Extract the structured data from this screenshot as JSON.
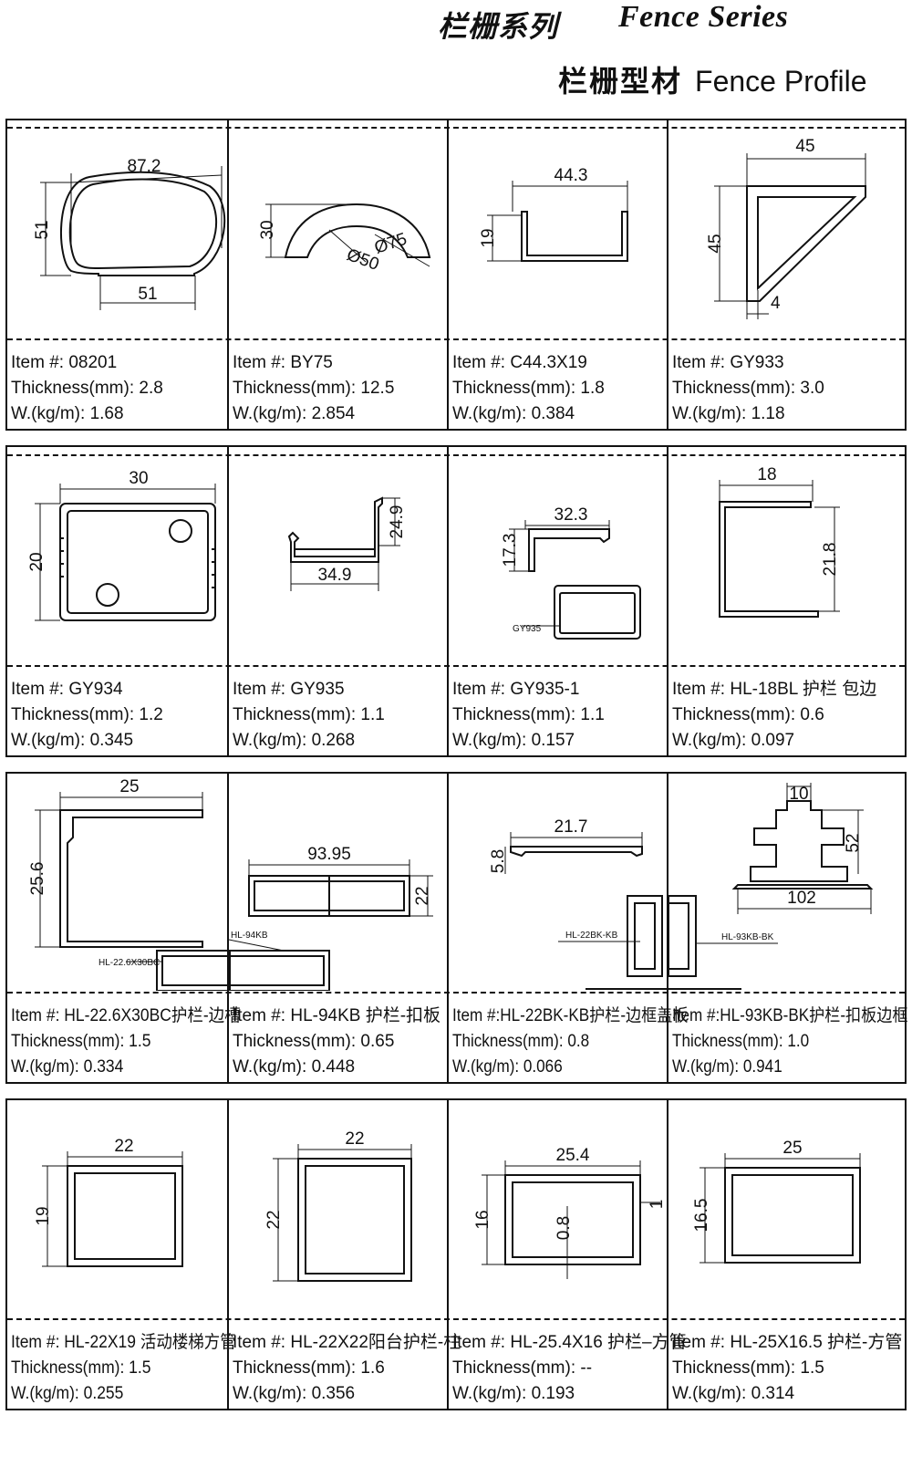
{
  "header": {
    "series_cn": "栏栅系列",
    "series_en": "Fence Series",
    "profile_cn": "栏栅型材",
    "profile_en": "Fence Profile"
  },
  "labels": {
    "item": "Item #:",
    "thickness": "Thickness(mm):",
    "weight": "W.(kg/m):"
  },
  "products": [
    {
      "item": "08201",
      "thickness": "2.8",
      "weight": "1.68",
      "dims": [
        "87.2",
        "51",
        "51"
      ]
    },
    {
      "item": "BY75",
      "thickness": "12.5",
      "weight": "2.854",
      "dims": [
        "30",
        "Ø50",
        "Ø75"
      ]
    },
    {
      "item": "C44.3X19",
      "thickness": "1.8",
      "weight": "0.384",
      "dims": [
        "44.3",
        "19"
      ]
    },
    {
      "item": "GY933",
      "thickness": "3.0",
      "weight": "1.18",
      "dims": [
        "45",
        "45",
        "4"
      ]
    },
    {
      "item": "GY934",
      "thickness": "1.2",
      "weight": "0.345",
      "dims": [
        "30",
        "20"
      ]
    },
    {
      "item": "GY935",
      "thickness": "1.1",
      "weight": "0.268",
      "dims": [
        "24.9",
        "34.9"
      ]
    },
    {
      "item": "GY935-1",
      "thickness": "1.1",
      "weight": "0.157",
      "dims": [
        "32.3",
        "17.3",
        "GY935"
      ]
    },
    {
      "item": "HL-18BL 护栏 包边",
      "thickness": "0.6",
      "weight": "0.097",
      "dims": [
        "18",
        "21.8"
      ]
    },
    {
      "item": "HL-22.6X30BC护栏-边槽",
      "thickness": "1.5",
      "weight": "0.334",
      "dims": [
        "25",
        "25.6",
        "HL-22.6X30BC"
      ]
    },
    {
      "item": "HL-94KB 护栏-扣板",
      "thickness": "0.65",
      "weight": "0.448",
      "dims": [
        "93.95",
        "22",
        "HL-94KB"
      ]
    },
    {
      "item": "HL-22BK-KB护栏-边框盖板",
      "thickness": "0.8",
      "weight": "0.066",
      "dims": [
        "21.7",
        "5.8",
        "HL-22BK-KB"
      ]
    },
    {
      "item": "HL-93KB-BK护栏-扣板边框",
      "thickness": "1.0",
      "weight": "0.941",
      "dims": [
        "10",
        "52",
        "102",
        "HL-93KB-BK"
      ]
    },
    {
      "item": "HL-22X19 活动楼梯方管",
      "thickness": "1.5",
      "weight": "0.255",
      "dims": [
        "22",
        "19"
      ]
    },
    {
      "item": "HL-22X22阳台护栏-柱",
      "thickness": "1.6",
      "weight": "0.356",
      "dims": [
        "22",
        "22"
      ]
    },
    {
      "item": "HL-25.4X16 护栏–方管",
      "thickness": "--",
      "weight": "0.193",
      "dims": [
        "25.4",
        "16",
        "0.8",
        "1"
      ]
    },
    {
      "item": "HL-25X16.5 护栏-方管",
      "thickness": "1.5",
      "weight": "0.314",
      "dims": [
        "25",
        "16.5"
      ]
    }
  ]
}
